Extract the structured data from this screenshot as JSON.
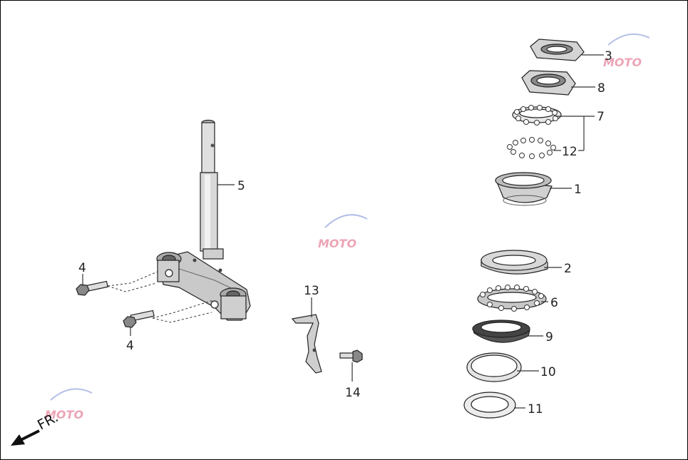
{
  "diagram": {
    "direction_label": "FR.",
    "watermark": "MOTO",
    "labels": {
      "p1": "1",
      "p2": "2",
      "p3": "3",
      "p4a": "4",
      "p4b": "4",
      "p5": "5",
      "p6": "6",
      "p7": "7",
      "p8": "8",
      "p9": "9",
      "p10": "10",
      "p11": "11",
      "p12": "12",
      "p13": "13",
      "p14": "14"
    }
  }
}
